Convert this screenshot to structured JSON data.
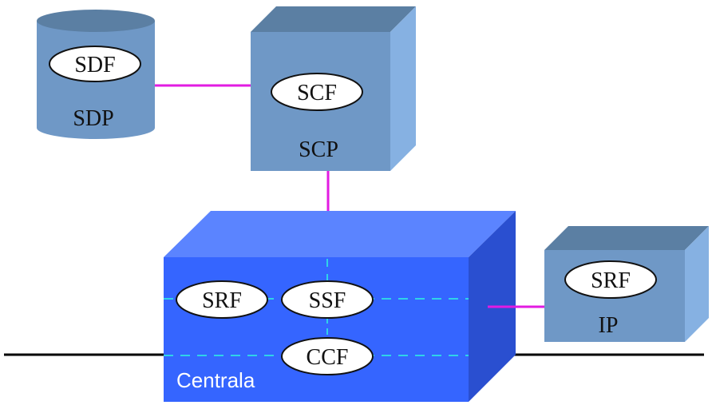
{
  "colors": {
    "link": "#e21be2",
    "dashed": "#2fd3e8",
    "box_front": "#6f98c6",
    "box_top": "#5b7fa3",
    "box_side": "#86b1e2",
    "exchange_front": "#3565ff",
    "exchange_top": "#5b84ff",
    "exchange_side": "#2a4fd0",
    "line": "#000000"
  },
  "sdp": {
    "label": "SDP",
    "function": "SDF"
  },
  "scp": {
    "label": "SCP",
    "function": "SCF"
  },
  "ip": {
    "label": "IP",
    "function": "SRF"
  },
  "exchange": {
    "label": "Centrala",
    "functions": {
      "srf": "SRF",
      "ssf": "SSF",
      "ccf": "CCF"
    }
  }
}
